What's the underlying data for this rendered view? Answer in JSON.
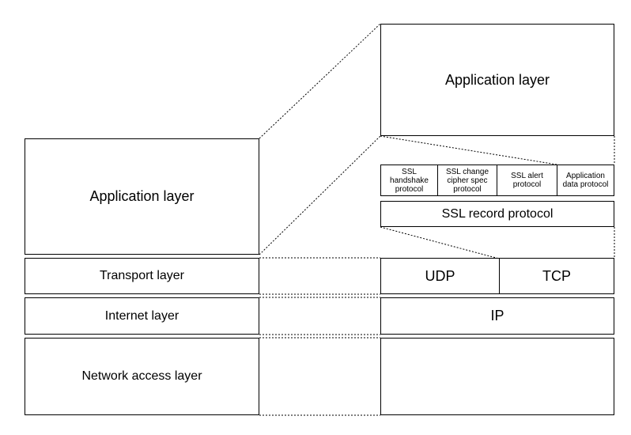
{
  "left_stack": {
    "application": "Application layer",
    "transport": "Transport layer",
    "internet": "Internet layer",
    "network_access": "Network access layer"
  },
  "right_stack": {
    "application": "Application layer",
    "ssl_handshake": "SSL handshake protocol",
    "ssl_change_cipher_spec": "SSL change cipher spec protocol",
    "ssl_alert": "SSL alert protocol",
    "application_data": "Application data protocol",
    "ssl_record": "SSL record protocol",
    "udp": "UDP",
    "tcp": "TCP",
    "ip": "IP"
  }
}
